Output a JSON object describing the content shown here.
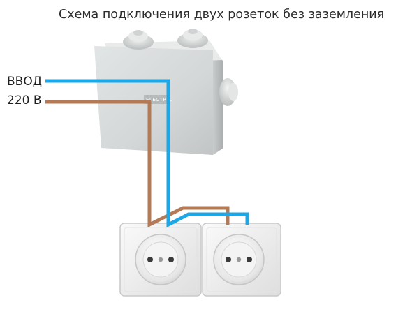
{
  "title": "Схема подключения двух розеток без заземления",
  "input_label_1": "ВВОД",
  "input_label_2": "220 В",
  "junction_box": {
    "brand": "ELECTRIC"
  },
  "colors": {
    "neutral_wire": "#1ea7e6",
    "phase_wire": "#b47a55",
    "box_body": "#d9dcdc",
    "socket_frame": "#f0f0f0"
  },
  "icons": [
    "junction-box-icon",
    "socket-icon"
  ]
}
